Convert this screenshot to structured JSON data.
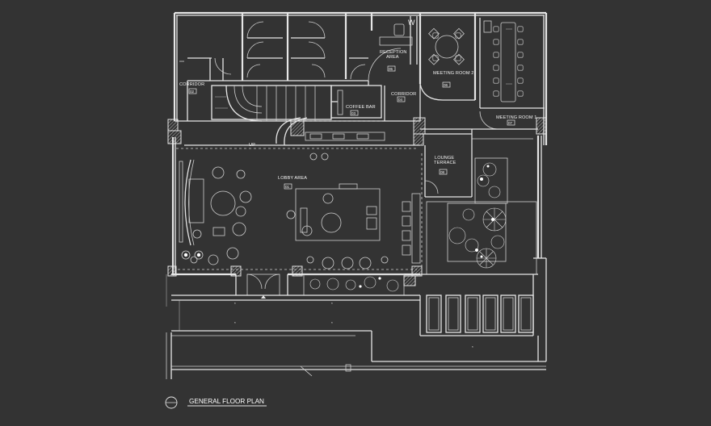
{
  "title": "GENERAL FLOOR PLAN",
  "rooms": [
    {
      "name": "RECEPTION AREA",
      "lines": [
        "RECEPTION",
        "AREA"
      ],
      "number": "05"
    },
    {
      "name": "MEETING ROOM 2",
      "lines": [
        "MEETING ROOM 2"
      ],
      "number": "06"
    },
    {
      "name": "MEETING ROOM 1",
      "lines": [
        "MEETING ROOM 1"
      ],
      "number": "07"
    },
    {
      "name": "CORRIDOR",
      "lines": [
        "CORRIDOR"
      ],
      "number": "02"
    },
    {
      "name": "CORRIDOR",
      "lines": [
        "CORRIDOR"
      ],
      "number": "04"
    },
    {
      "name": "COFFEE BAR",
      "lines": [
        "COFFEE BAR"
      ],
      "number": "03"
    },
    {
      "name": "LOBBY AREA",
      "lines": [
        "LOBBY AREA"
      ],
      "number": "01"
    },
    {
      "name": "LOUNGE TERRACE",
      "lines": [
        "LOUNGE",
        "TERRACE"
      ],
      "number": "08"
    }
  ],
  "stair_label": "UP",
  "gate_mark": "W"
}
